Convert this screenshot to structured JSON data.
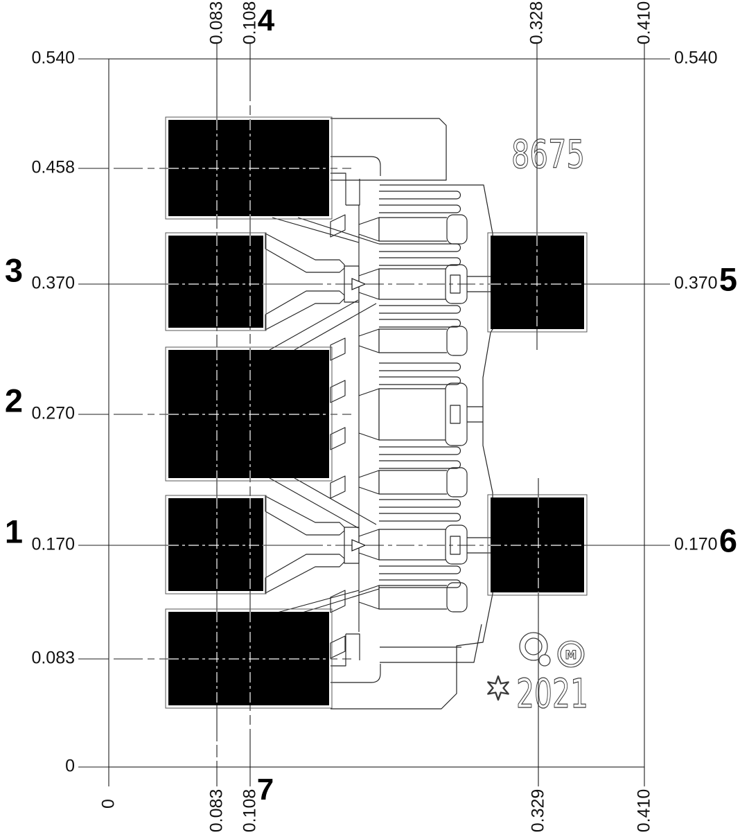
{
  "diagram": {
    "markings": {
      "part_number": "8675",
      "year": "2021",
      "logo_m_letter": "M"
    },
    "pins": {
      "p1": "1",
      "p2": "2",
      "p3": "3",
      "p4": "4",
      "p5": "5",
      "p6": "6",
      "p7": "7"
    },
    "dims_left": {
      "v540": "0.540",
      "v458": "0.458",
      "v370": "0.370",
      "v270": "0.270",
      "v170": "0.170",
      "v083": "0.083",
      "v0": "0"
    },
    "dims_right": {
      "v540": "0.540",
      "v370": "0.370",
      "v170": "0.170"
    },
    "dims_top": {
      "v083": "0.083",
      "v108": "0.108",
      "v328": "0.328",
      "v410": "0.410"
    },
    "dims_bottom": {
      "v0": "0",
      "v083": "0.083",
      "v108": "0.108",
      "v329": "0.329",
      "v410": "0.410"
    }
  }
}
